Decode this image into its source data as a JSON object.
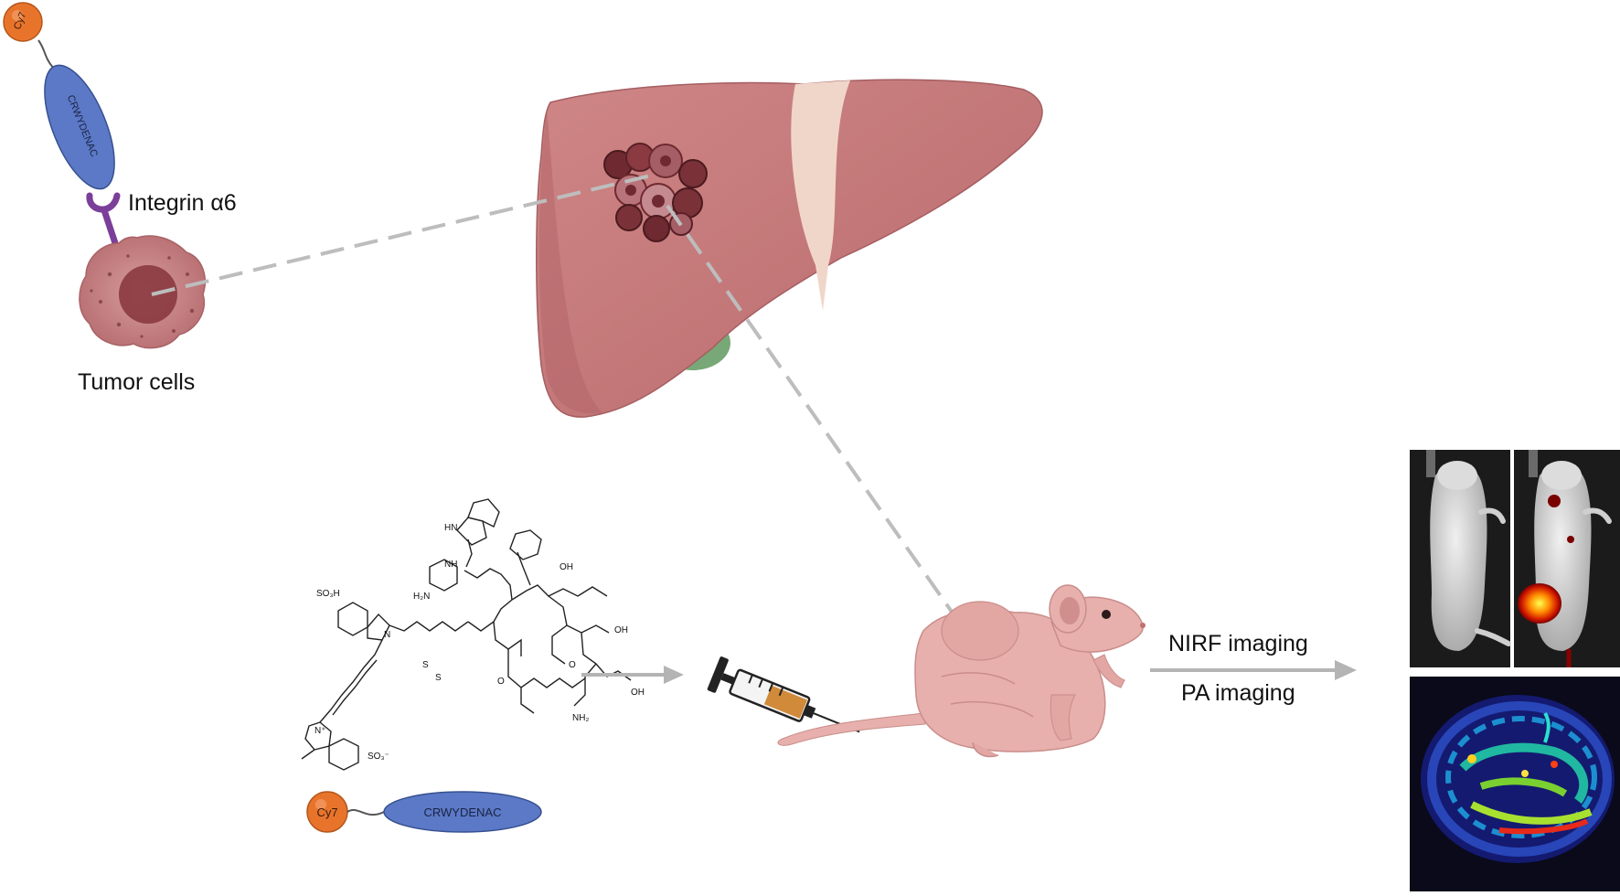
{
  "labels": {
    "cy7": "Cy7",
    "peptide": "CRWYDENAC",
    "integrin": "Integrin α6",
    "tumor_cells": "Tumor cells",
    "nirf": "NIRF imaging",
    "pa": "PA imaging"
  },
  "chemical": {
    "sulfonate_top": "SO₃H",
    "sulfonate_bottom": "SO₃⁻",
    "atoms": [
      "NH",
      "H₂N",
      "HN",
      "OH",
      "OH",
      "O",
      "O",
      "OH",
      "NH₂",
      "S",
      "S",
      "N",
      "N⁺"
    ]
  },
  "colors": {
    "cy7": "#e8742c",
    "peptide": "#5b79c6",
    "integrin": "#7b3f99",
    "tumor_cell": "#c98080",
    "liver": "#c7787a",
    "ligament": "#f0d6c9",
    "gallbladder": "#78a878",
    "mouse": "#e7b0ad",
    "arrow": "#b4b4b4",
    "syringe_fluid": "#d08a3a"
  }
}
